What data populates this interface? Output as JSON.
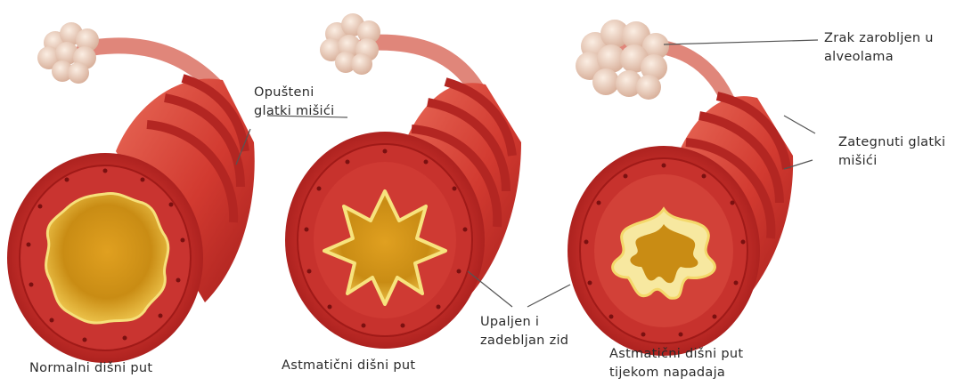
{
  "labels": {
    "relaxed_muscles": [
      "Opušteni",
      "glatki mišići"
    ],
    "trapped_air": [
      "Zrak zarobljen u",
      "alveolama"
    ],
    "tight_muscles": [
      "Zategnuti glatki",
      "mišići"
    ],
    "inflamed_wall": [
      "Upaljen i",
      "zadebljan zid"
    ],
    "normal_airway": "Normalni dišni put",
    "asthmatic_airway": "Astmatični dišni put",
    "attack_airway": [
      "Astmatični dišni put",
      "tijekom napadaja"
    ]
  },
  "colors": {
    "tube_red": "#d23a30",
    "tube_dark": "#a81f1c",
    "tube_light": "#e8604f",
    "lumen_yellow": "#f0c040",
    "lumen_dark": "#b88a10",
    "alveoli": "#efd2c0",
    "leader_line": "#555555"
  }
}
